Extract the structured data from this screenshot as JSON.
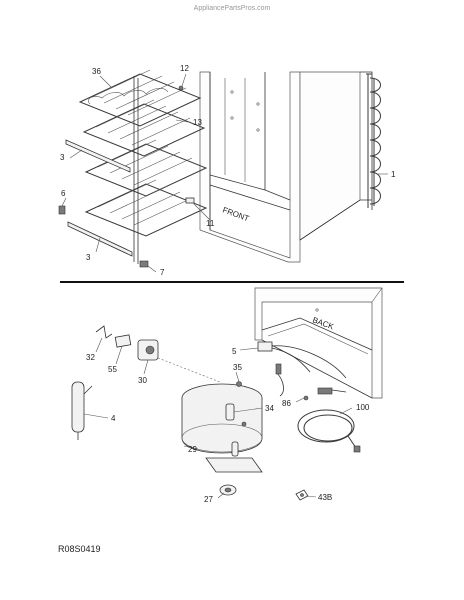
{
  "header": {
    "website": "AppliancePartsPros.com"
  },
  "diagram_code": "R08S0419",
  "labels": {
    "front": "FRONT",
    "back": "BACK"
  },
  "callouts": {
    "p36": "36",
    "p12": "12",
    "p13": "13",
    "p3a": "3",
    "p6": "6",
    "p3b": "3",
    "p1": "1",
    "p11": "11",
    "p7": "7",
    "p32": "32",
    "p55": "55",
    "p30": "30",
    "p5": "5",
    "p35": "35",
    "p34": "34",
    "p86": "86",
    "p100": "100",
    "p4": "4",
    "p29": "29",
    "p27": "27",
    "p43b": "43B"
  }
}
